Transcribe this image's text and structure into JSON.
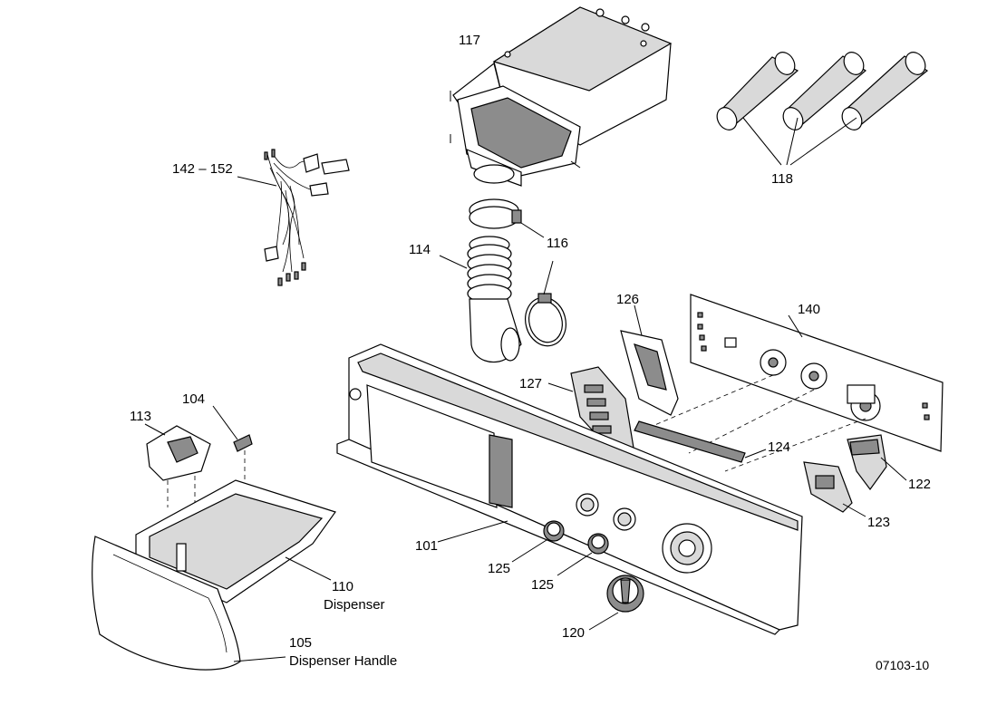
{
  "labels": {
    "l117": "117",
    "l118": "118",
    "l142": "142 – 152",
    "l116": "116",
    "l114": "114",
    "l126": "126",
    "l140": "140",
    "l127": "127",
    "l113": "113",
    "l104": "104",
    "l124": "124",
    "l122": "122",
    "l123": "123",
    "l101": "101",
    "l125a": "125",
    "l125b": "125",
    "l110": "110",
    "l110_name": "Dispenser",
    "l120": "120",
    "l105": "105",
    "l105_name": "Dispenser Handle",
    "drawing_number": "07103-10"
  }
}
